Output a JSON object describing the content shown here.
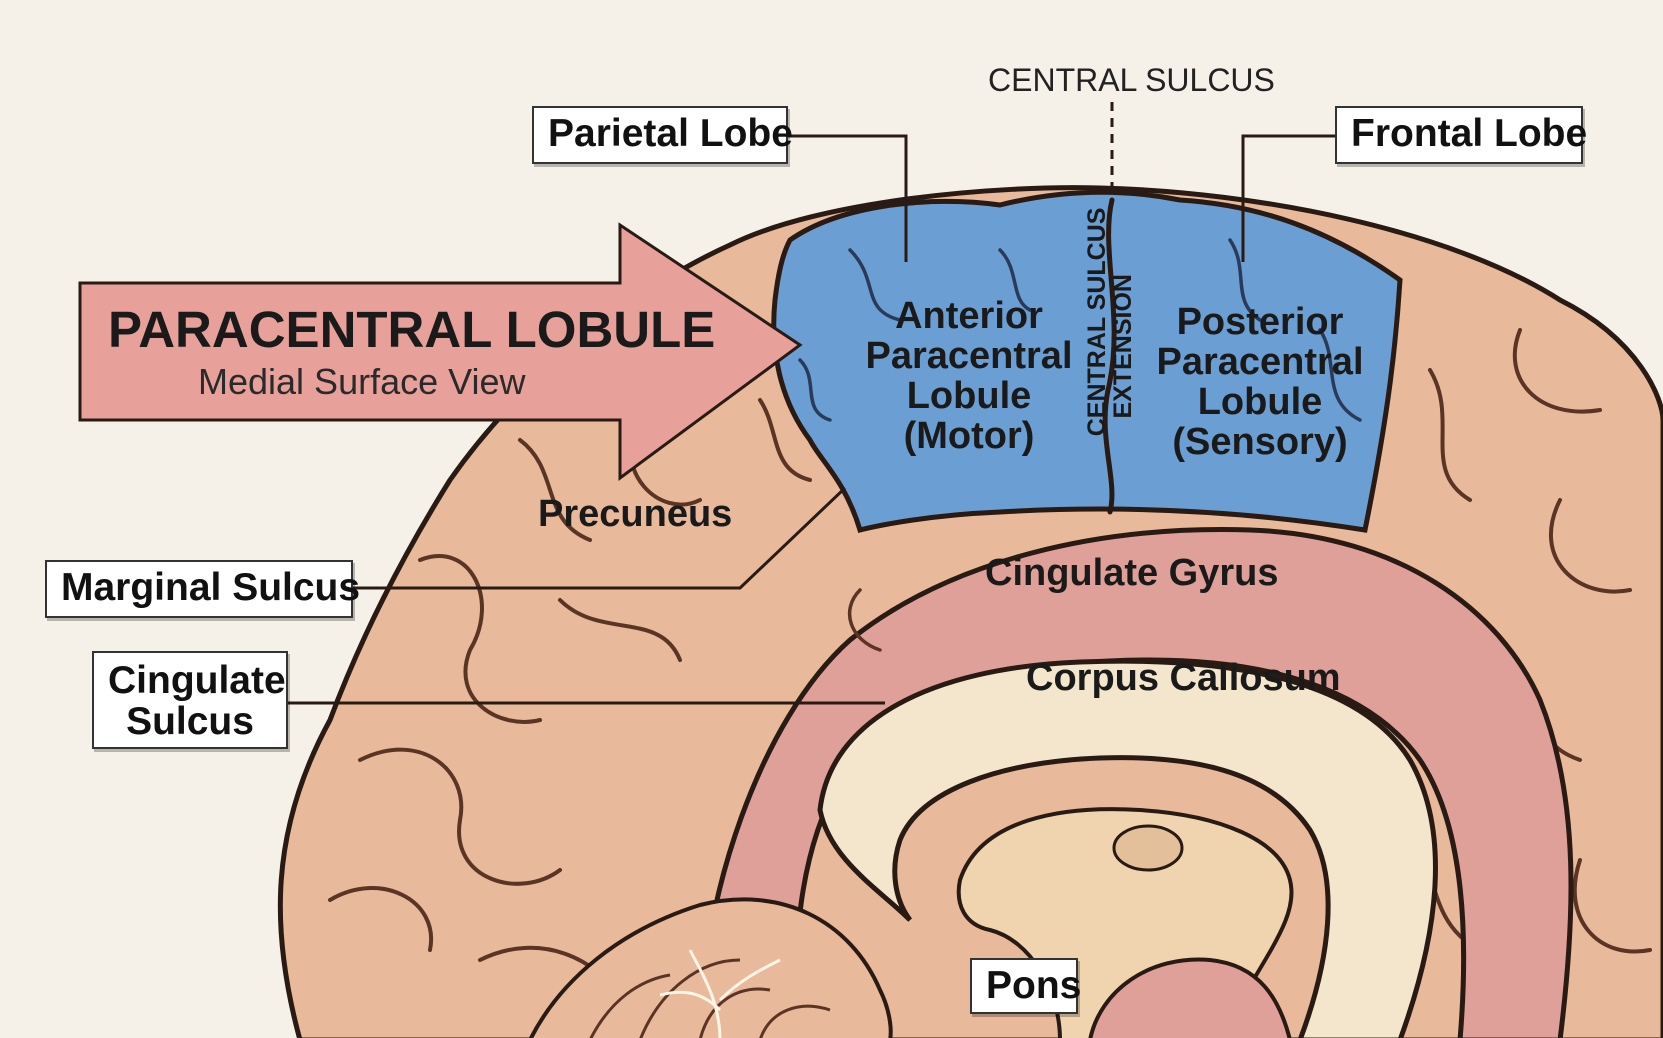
{
  "title": {
    "main": "PARACENTRAL LOBULE",
    "subtitle": "Medial Surface View"
  },
  "labels": {
    "parietal_lobe": "Parietal Lobe",
    "frontal_lobe": "Frontal Lobe",
    "central_sulcus": "CENTRAL SULCUS",
    "central_sulcus_extension": [
      "CENTRAL SULCUS",
      "EXTENSION"
    ],
    "anterior_paracentral": [
      "Anterior",
      "Paracentral",
      "Lobule",
      "(Motor)"
    ],
    "posterior_paracentral": [
      "Posterior",
      "Paracentral",
      "Lobule",
      "(Sensory)"
    ],
    "precuneus": "Precuneus",
    "marginal_sulcus": "Marginal Sulcus",
    "cingulate_sulcus": [
      "Cingulate",
      "Sulcus"
    ],
    "cingulate_gyrus": "Cingulate Gyrus",
    "corpus_callosum": "Corpus Callosum",
    "pons": "Pons"
  },
  "colors": {
    "background": "#f5f1e8",
    "brain_tan": "#e8b99a",
    "paracentral_blue": "#6b9fd4",
    "cingulate_pink": "#e0a09a",
    "corpus_callosum_cream": "#f4e6cc",
    "arrow_pink": "#e8a09a",
    "outline": "#2a1a14"
  }
}
